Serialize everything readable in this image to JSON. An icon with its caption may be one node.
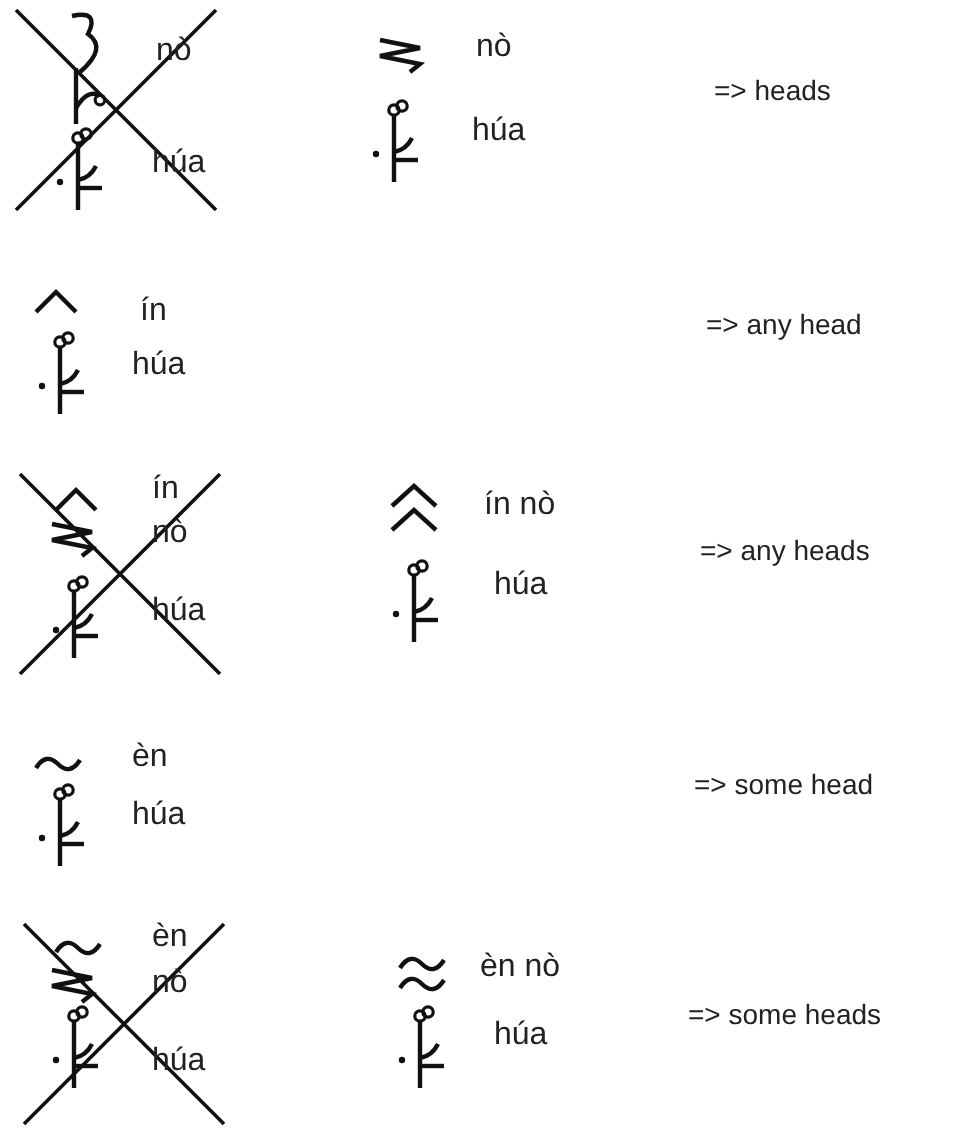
{
  "diagram": {
    "labels": [
      "nò",
      "húa",
      "nò",
      "húa",
      "=> heads",
      "ín",
      "húa",
      "=> any head",
      "ín",
      "nò",
      "húa",
      "ín nò",
      "húa",
      "=> any heads",
      "èn",
      "húa",
      "=> some head",
      "èn",
      "nò",
      "húa",
      "èn nò",
      "húa",
      "=> some heads"
    ]
  }
}
